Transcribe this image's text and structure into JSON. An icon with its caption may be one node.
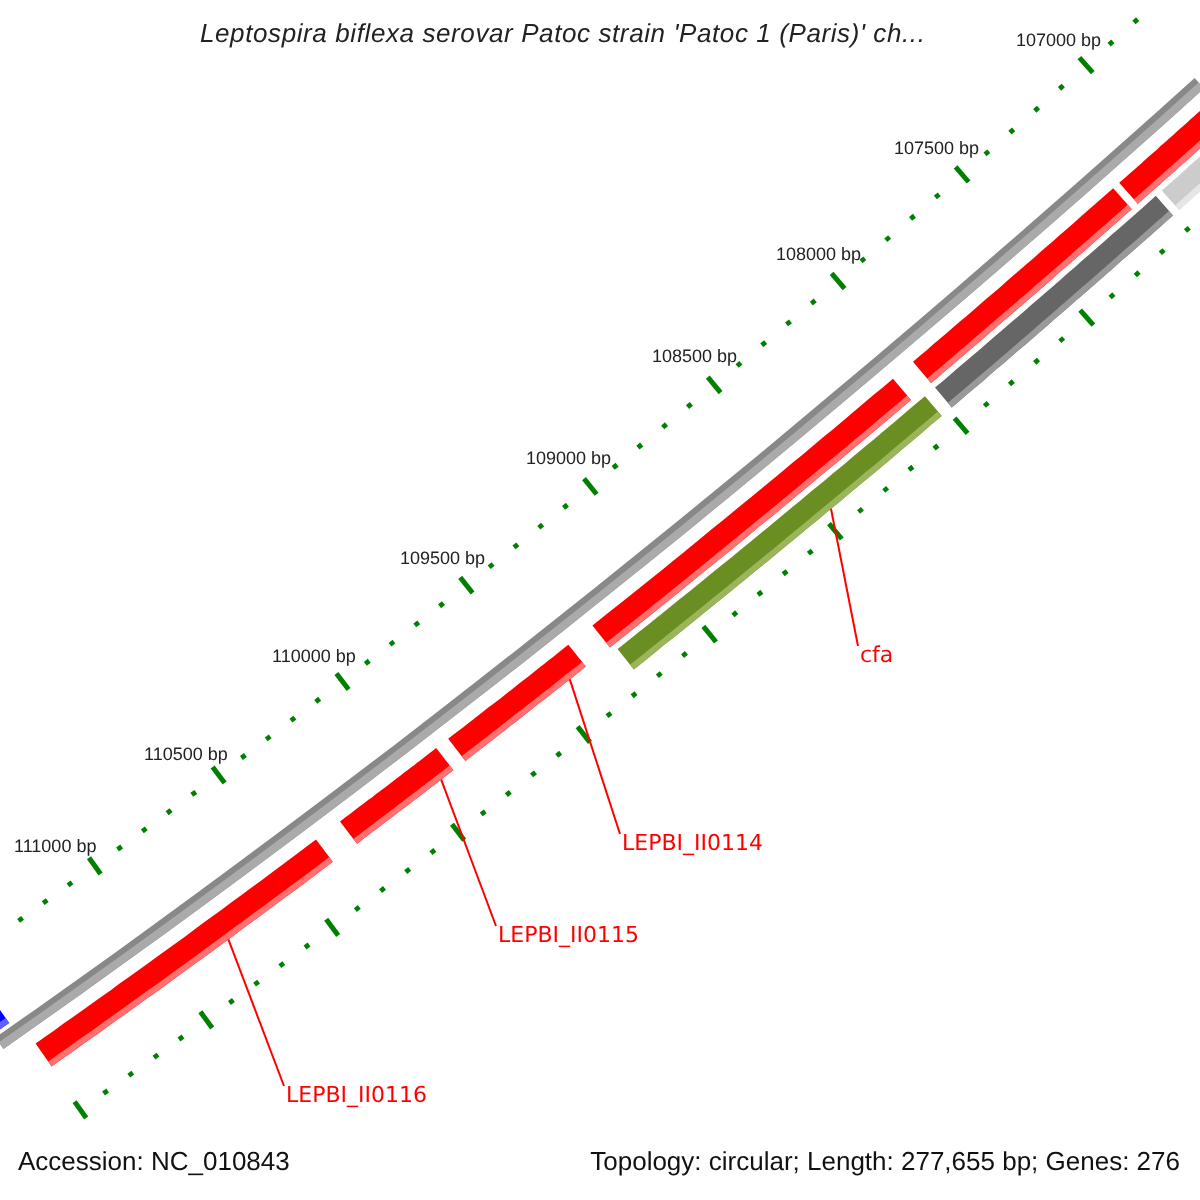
{
  "diagram": {
    "title": "Leptospira biflexa serovar Patoc strain 'Patoc 1 (Paris)' ch...",
    "nodes": [
      {
        "text": [
          "cfa"
        ]
      },
      {
        "text": [
          "LEPBI_II0114"
        ]
      },
      {
        "text": [
          "LEPBI_II0115"
        ]
      },
      {
        "text": [
          "LEPBI_II0116"
        ]
      },
      {
        "text": [],
        "shape": "bar"
      },
      {
        "text": [],
        "shape": "bar"
      },
      {
        "text": [],
        "shape": "bar"
      },
      {
        "text": [],
        "shape": "bar"
      },
      {
        "text": [],
        "shape": "bar"
      },
      {
        "text": [],
        "shape": "bar"
      },
      {
        "text": [],
        "shape": "bar"
      },
      {
        "text": [],
        "shape": "bar"
      },
      {
        "text": [],
        "shape": "bar"
      },
      {
        "text": [],
        "shape": "bar"
      }
    ],
    "edges": [
      {
        "from": 0,
        "to": 9,
        "arrow": "none"
      },
      {
        "from": 1,
        "to": 10,
        "arrow": "none"
      },
      {
        "from": 2,
        "to": 11,
        "arrow": "none"
      },
      {
        "from": 3,
        "to": 12,
        "arrow": "none"
      }
    ],
    "labels": [
      "107000 bp",
      "107500 bp",
      "108000 bp",
      "108500 bp",
      "109000 bp",
      "109500 bp",
      "110000 bp",
      "110500 bp",
      "111000 bp",
      "Accession: NC_010843",
      "Topology: circular; Length: 277,655 bp; Genes: 276"
    ]
  }
}
